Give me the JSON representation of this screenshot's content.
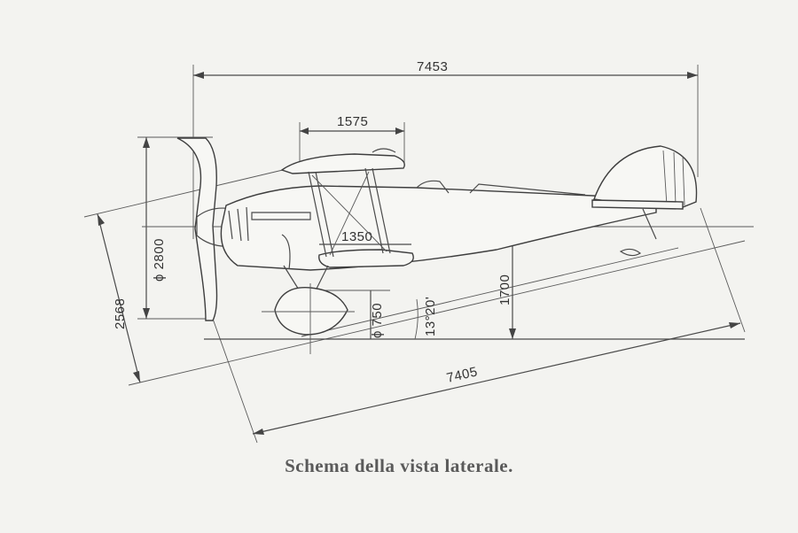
{
  "caption": "Schema della vista laterale.",
  "dimensions": {
    "overall_length_top": "7453",
    "upper_wing_chord": "1575",
    "lower_wing_chord": "1350",
    "propeller_diameter": "ϕ 2800",
    "diagonal_height": "2568",
    "wheel_diameter": "ϕ 750",
    "ground_angle": "13°20'",
    "height": "1700",
    "inclined_length": "7405"
  },
  "colors": {
    "ink": "#3e3e3e",
    "paper": "#f3f3f0"
  }
}
